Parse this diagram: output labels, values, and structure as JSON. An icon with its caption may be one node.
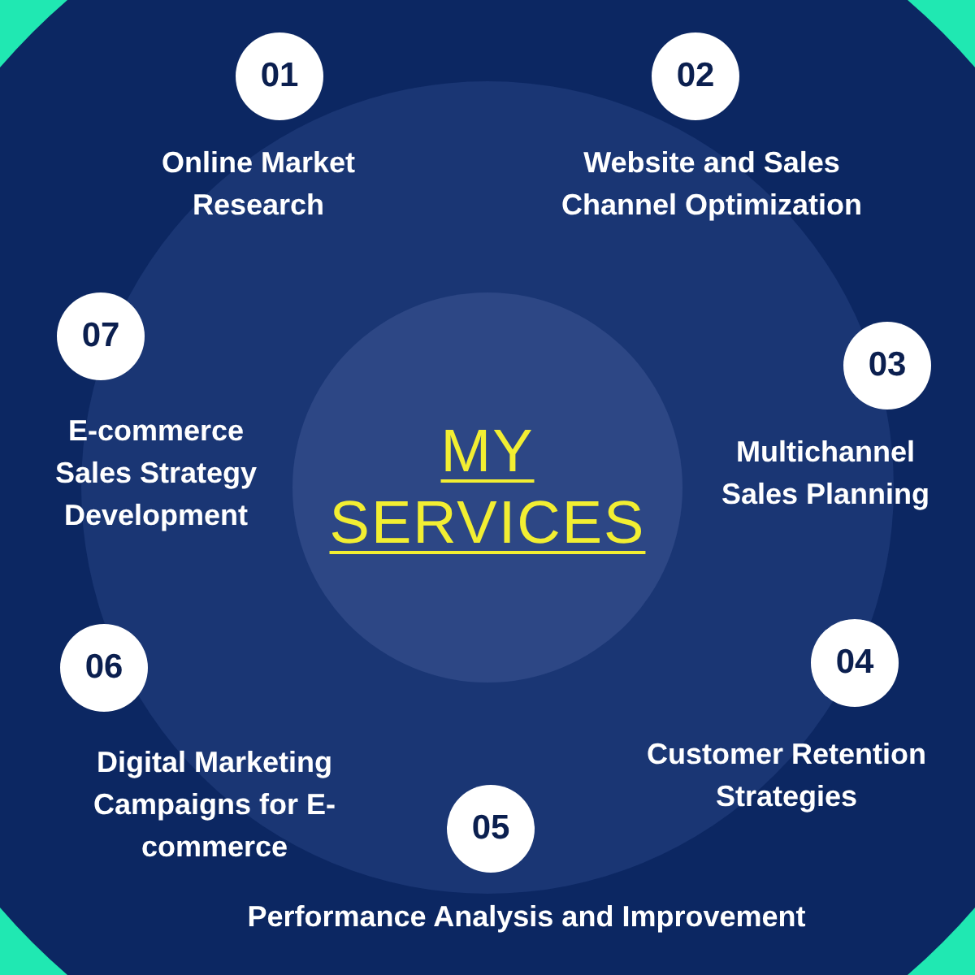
{
  "diagram": {
    "nodes": [
      {
        "text": [
          "01"
        ],
        "beside": [
          "Online Market Research"
        ]
      },
      {
        "text": [
          "02"
        ],
        "beside": [
          "Website and Sales Channel Optimization"
        ]
      },
      {
        "text": [
          "07"
        ],
        "beside": [
          "E-commerce Sales Strategy Development"
        ]
      },
      {
        "text": [
          "03"
        ],
        "beside": [
          "Multichannel Sales Planning"
        ]
      },
      {
        "text": [
          "06"
        ],
        "beside": [
          "Digital Marketing Campaigns for E-commerce"
        ]
      },
      {
        "text": [
          "04"
        ],
        "beside": [
          "Customer Retention Strategies"
        ]
      },
      {
        "text": [
          "05"
        ],
        "beside": [
          "Performance Analysis and Improvement"
        ]
      },
      {
        "text": [
          "MY SERVICES"
        ]
      }
    ]
  }
}
